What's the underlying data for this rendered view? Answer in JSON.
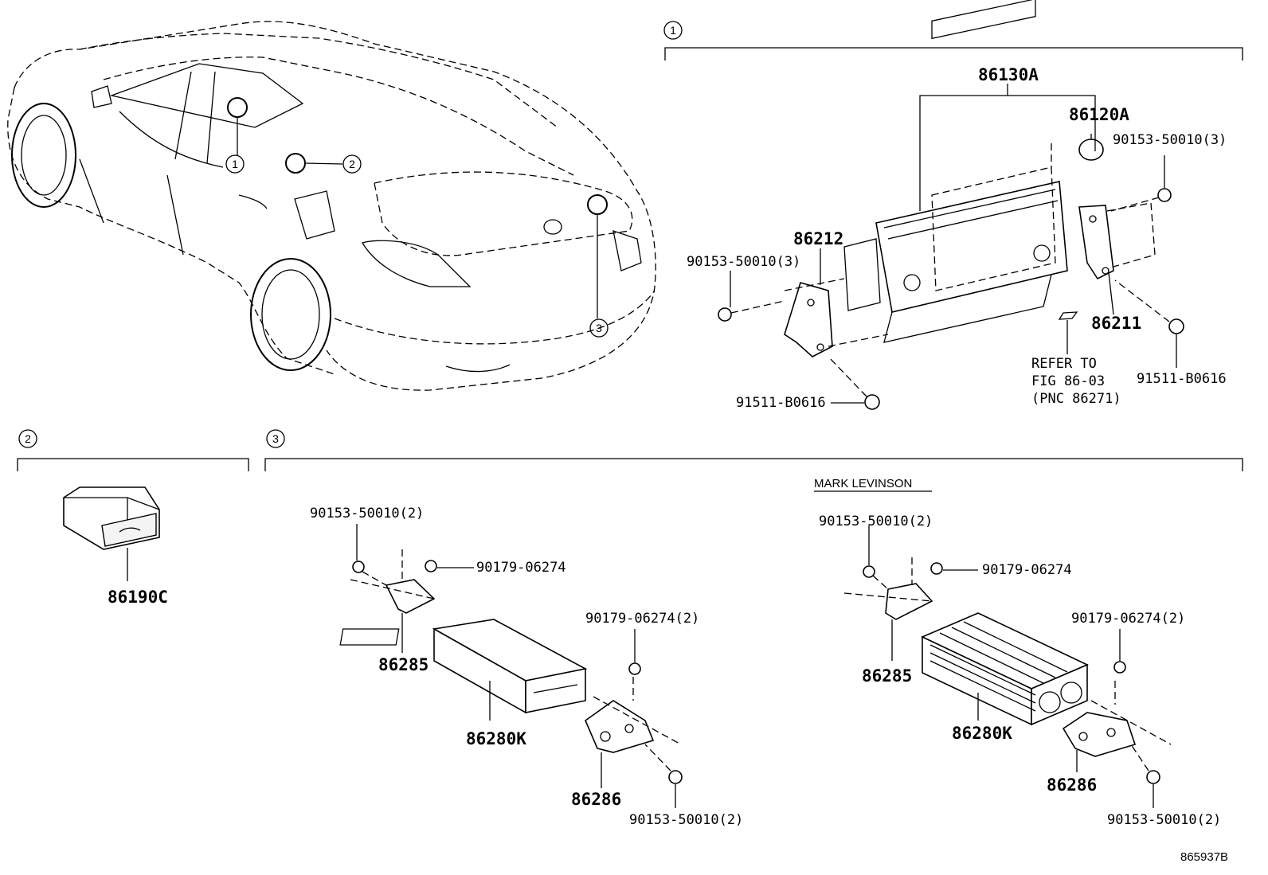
{
  "sections": {
    "s1": {
      "num": "1"
    },
    "s2": {
      "num": "2"
    },
    "s3": {
      "num": "3"
    }
  },
  "car_callouts": [
    "1",
    "2",
    "3"
  ],
  "section1": {
    "p86130A": "86130A",
    "p86120A": "86120A",
    "p90153_top_right": "90153-50010(3)",
    "p86212": "86212",
    "p90153_left": "90153-50010(3)",
    "p86211": "86211",
    "refer_line1": "REFER TO",
    "refer_line2": "FIG 86-03",
    "refer_line3": "(PNC 86271)",
    "p91511_right": "91511-B0616",
    "p91511_bottom": "91511-B0616"
  },
  "section2": {
    "p86190C": "86190C"
  },
  "section3": {
    "mark_levinson": "MARK LEVINSON",
    "left": {
      "p90153_top": "90153-50010(2)",
      "p90179_top": "90179-06274",
      "p86285": "86285",
      "p90179_right": "90179-06274(2)",
      "p86280K": "86280K",
      "p86286": "86286",
      "p90153_bottom": "90153-50010(2)"
    },
    "right": {
      "p90153_top": "90153-50010(2)",
      "p90179_top": "90179-06274",
      "p86285": "86285",
      "p90179_right": "90179-06274(2)",
      "p86280K": "86280K",
      "p86286": "86286",
      "p90153_bottom": "90153-50010(2)"
    }
  },
  "figure_id": "865937B"
}
